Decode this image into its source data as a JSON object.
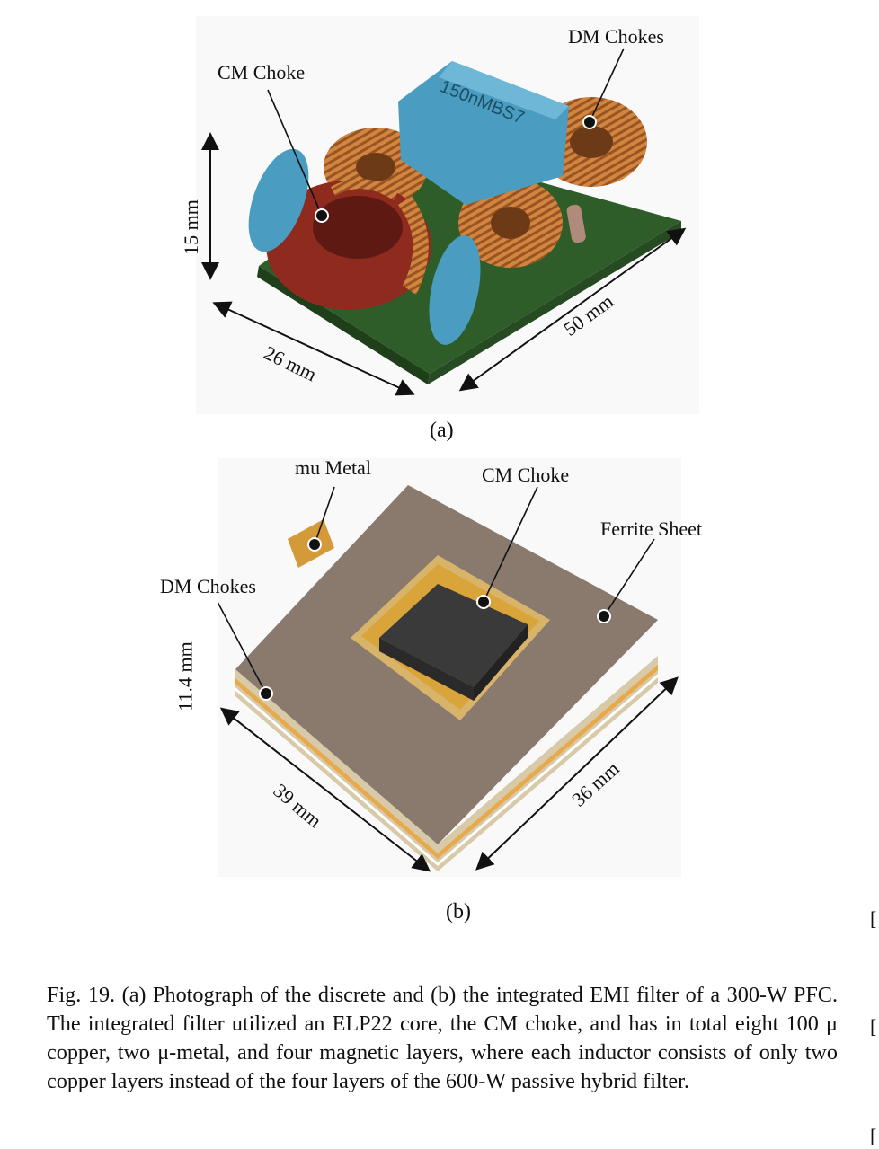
{
  "figure": {
    "panel_a": {
      "label": "(a)",
      "annotations": {
        "cm_choke": "CM Choke",
        "dm_chokes": "DM Chokes",
        "height": "15 mm",
        "width": "26 mm",
        "length": "50 mm",
        "capacitor_marking": "150nMBS7"
      }
    },
    "panel_b": {
      "label": "(b)",
      "annotations": {
        "mu_metal": "mu Metal",
        "cm_choke": "CM Choke",
        "ferrite_sheet": "Ferrite Sheet",
        "dm_chokes": "DM Chokes",
        "height": "11.4 mm",
        "width": "39 mm",
        "length": "36 mm"
      }
    },
    "caption": "Fig. 19. (a) Photograph of the discrete and (b) the integrated EMI filter of a 300-W PFC. The integrated filter utilized an ELP22 core, the CM choke, and has in total eight 100 μ copper, two μ-metal, and four magnetic layers, where each inductor consists of only two copper layers instead of the four layers of the 600-W passive hybrid filter."
  },
  "colors": {
    "pcb_green": "#2f5d2a",
    "capacitor_blue": "#4a9cc0",
    "copper": "#b86a2e",
    "cm_core_red": "#8e2a1e",
    "ferrite_brown": "#8a7a6e",
    "core_black": "#3a3a3a",
    "flex_orange": "#d49a3a"
  }
}
